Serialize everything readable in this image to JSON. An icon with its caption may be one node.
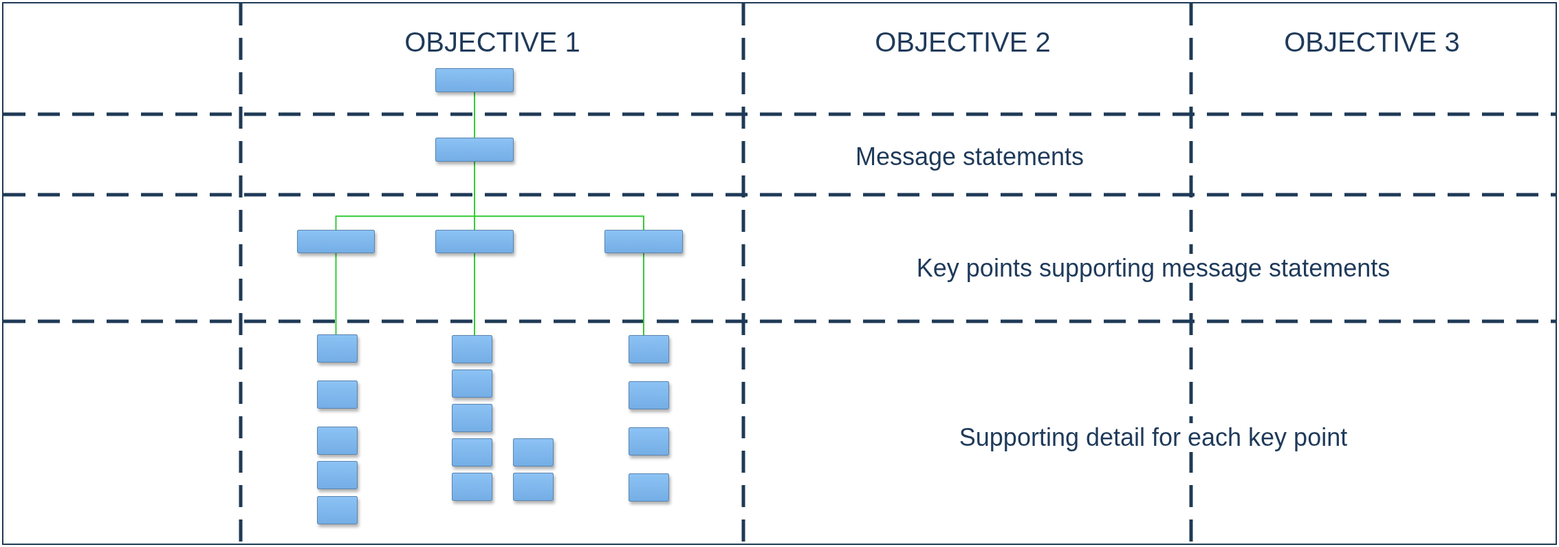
{
  "diagram": {
    "nodes": [
      {
        "text": [],
        "shape": "box"
      },
      {
        "text": [],
        "shape": "box"
      },
      {
        "text": [],
        "shape": "box"
      },
      {
        "text": [],
        "shape": "box"
      },
      {
        "text": [],
        "shape": "box"
      },
      {
        "text": [],
        "shape": "box"
      },
      {
        "text": [],
        "shape": "box"
      },
      {
        "text": [],
        "shape": "box"
      },
      {
        "text": [],
        "shape": "box"
      },
      {
        "text": [],
        "shape": "box"
      },
      {
        "text": [],
        "shape": "box"
      },
      {
        "text": [],
        "shape": "box"
      },
      {
        "text": [],
        "shape": "box"
      },
      {
        "text": [],
        "shape": "box"
      },
      {
        "text": [],
        "shape": "box"
      },
      {
        "text": [],
        "shape": "box"
      },
      {
        "text": [],
        "shape": "box"
      },
      {
        "text": [],
        "shape": "box"
      },
      {
        "text": [],
        "shape": "box"
      },
      {
        "text": [],
        "shape": "box"
      },
      {
        "text": [],
        "shape": "box"
      }
    ],
    "edges": [
      {
        "from": 0,
        "to": 1,
        "arrow": "none"
      },
      {
        "from": 1,
        "to": 2,
        "arrow": "none"
      },
      {
        "from": 1,
        "to": 3,
        "arrow": "none"
      },
      {
        "from": 1,
        "to": 4,
        "arrow": "none"
      },
      {
        "from": 2,
        "to": 5,
        "arrow": "none"
      },
      {
        "from": 3,
        "to": 10,
        "arrow": "none"
      },
      {
        "from": 4,
        "to": 17,
        "arrow": "none"
      }
    ],
    "labels": [
      "OBJECTIVE 1",
      "OBJECTIVE 2",
      "OBJECTIVE 3",
      "Message statements",
      "Key points supporting message statements",
      "Supporting detail for each key point"
    ]
  }
}
